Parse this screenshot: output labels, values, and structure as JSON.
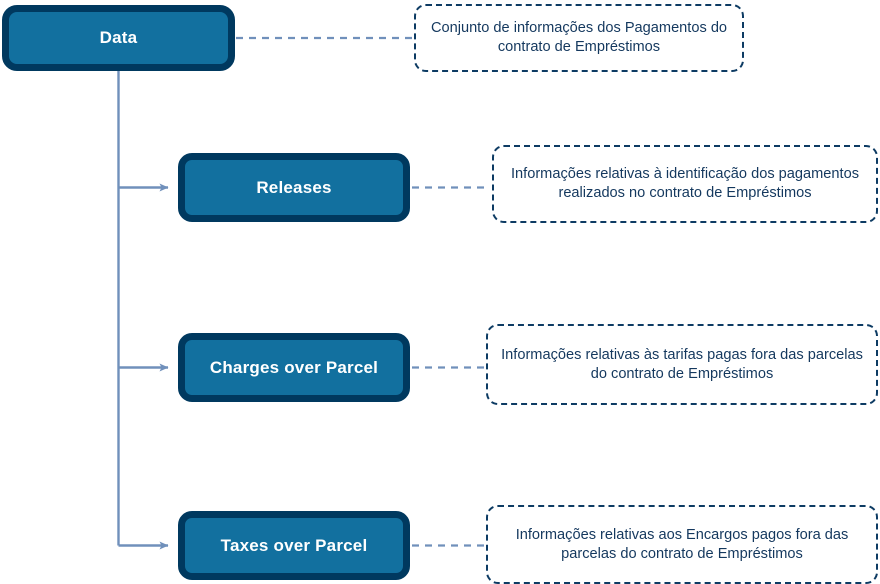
{
  "diagram": {
    "type": "hierarchy-tree",
    "title": "Data hierarchy with descriptive notes",
    "colors": {
      "node_fill": "#12709f",
      "node_border": "#00395f",
      "node_text": "#ffffff",
      "connector": "#7090bb",
      "note_border": "#0d3b63",
      "note_text": "#14385e",
      "background": "#ffffff"
    },
    "root": {
      "id": "data",
      "label": "Data",
      "note": "Conjunto de informações dos Pagamentos do contrato de Empréstimos"
    },
    "children": [
      {
        "id": "releases",
        "label": "Releases",
        "note": "Informações relativas à identificação dos pagamentos realizados no contrato de Empréstimos"
      },
      {
        "id": "charges-over-parcel",
        "label": "Charges over Parcel",
        "note": "Informações relativas às tarifas pagas fora das parcelas do contrato de Empréstimos"
      },
      {
        "id": "taxes-over-parcel",
        "label": "Taxes over Parcel",
        "note": "Informações relativas aos Encargos pagos fora das parcelas do contrato de Empréstimos"
      }
    ]
  }
}
